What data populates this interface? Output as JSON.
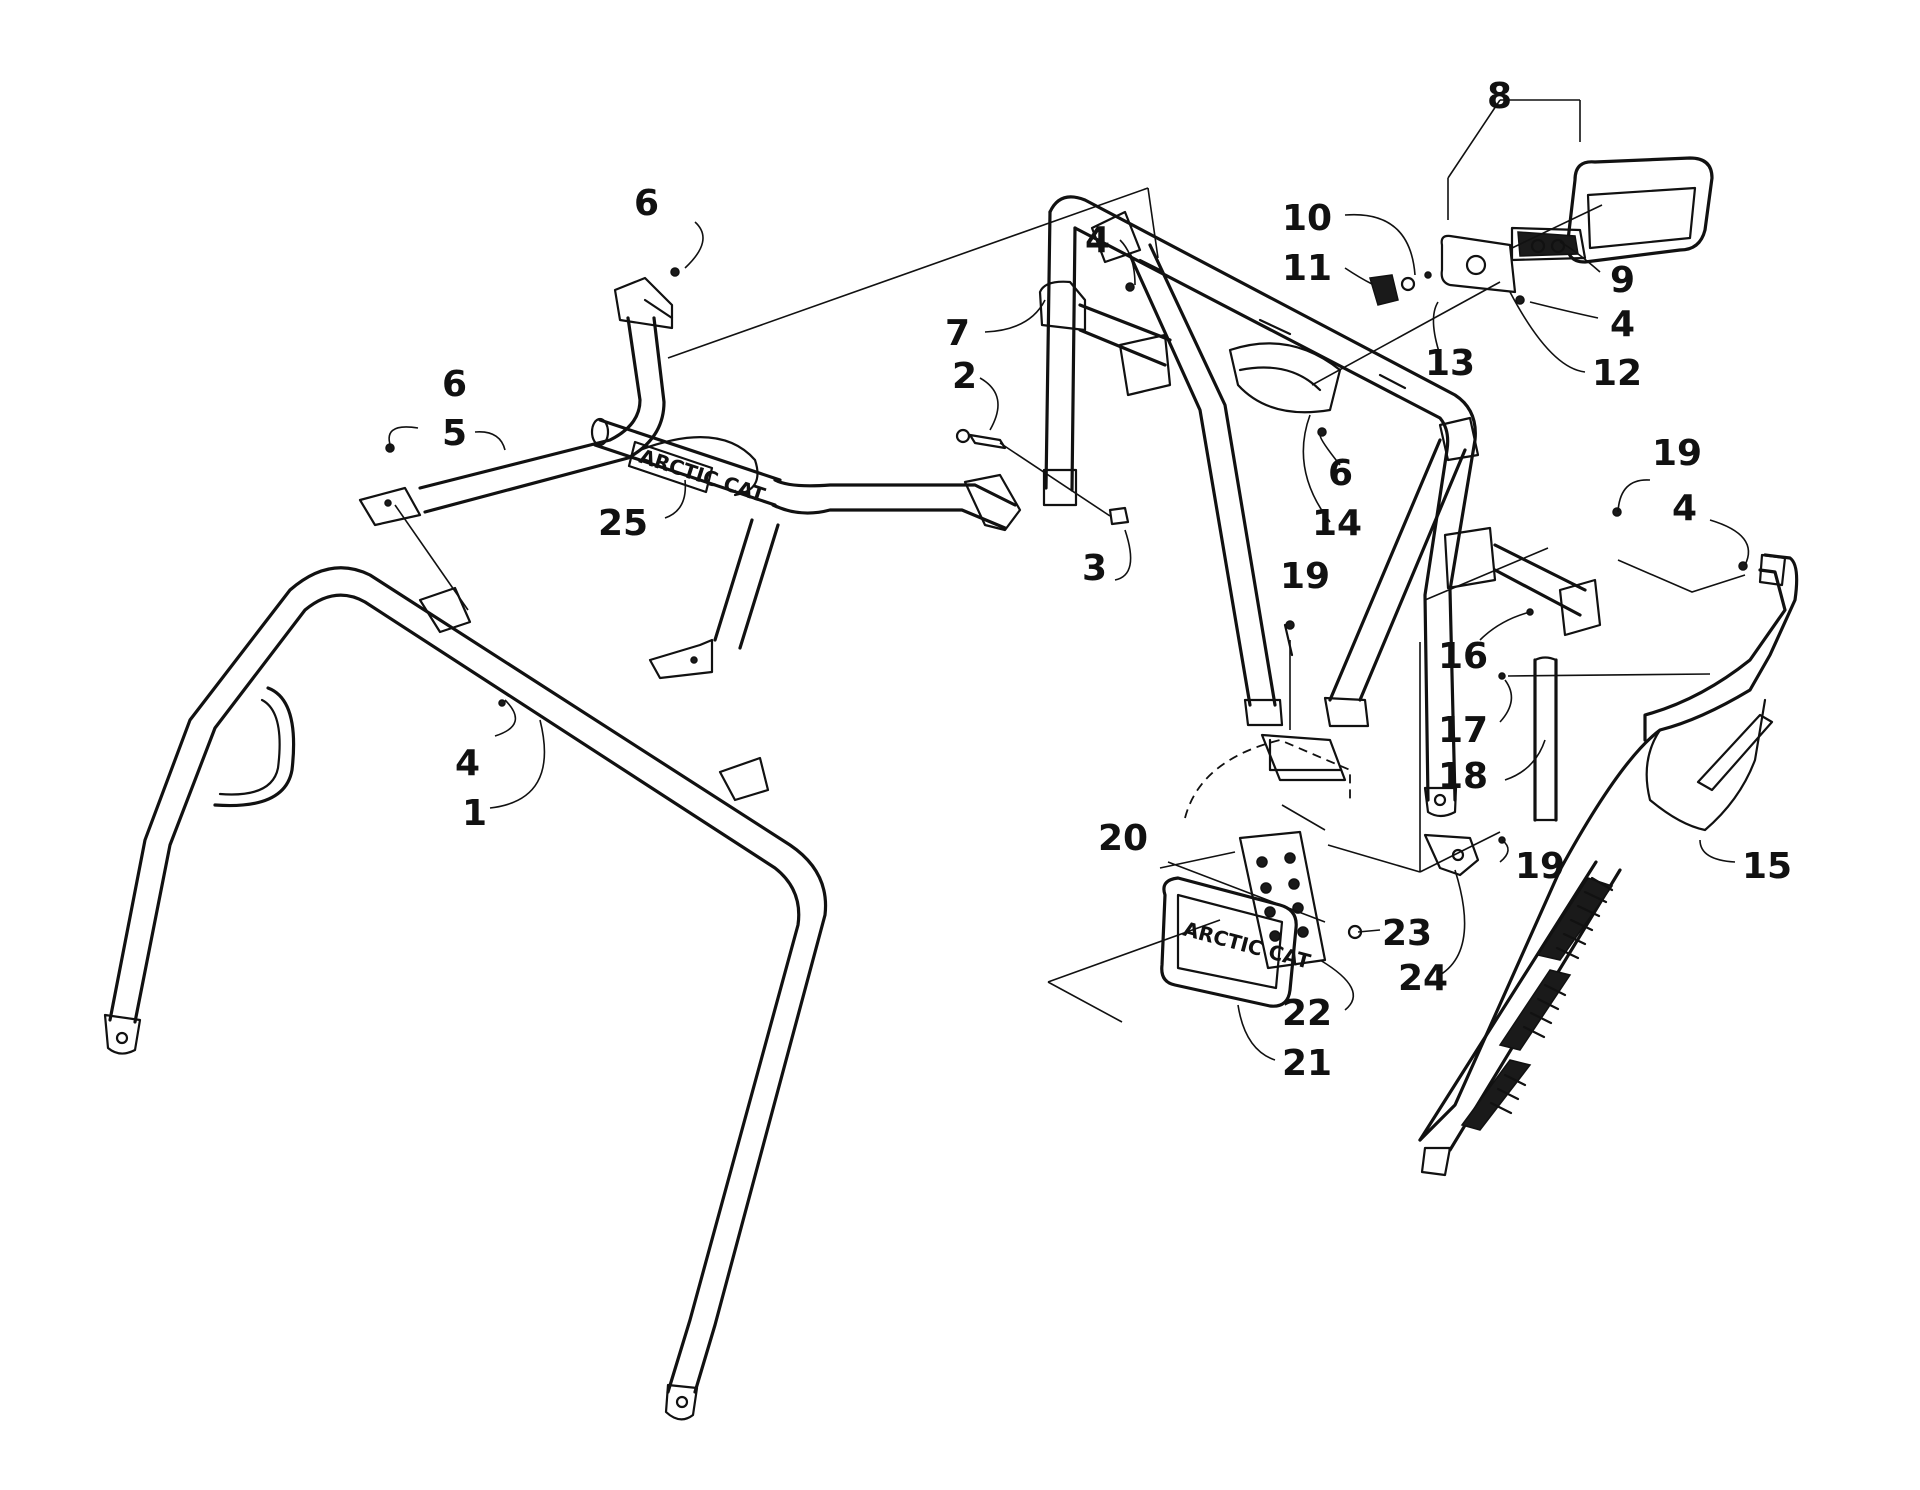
{
  "diagram": {
    "callouts": [
      {
        "id": "c1",
        "label": "1"
      },
      {
        "id": "c2",
        "label": "2"
      },
      {
        "id": "c3",
        "label": "3"
      },
      {
        "id": "c4a",
        "label": "4"
      },
      {
        "id": "c4b",
        "label": "4"
      },
      {
        "id": "c4c",
        "label": "4"
      },
      {
        "id": "c4d",
        "label": "4"
      },
      {
        "id": "c5",
        "label": "5"
      },
      {
        "id": "c6a",
        "label": "6"
      },
      {
        "id": "c6b",
        "label": "6"
      },
      {
        "id": "c6c",
        "label": "6"
      },
      {
        "id": "c7",
        "label": "7"
      },
      {
        "id": "c8",
        "label": "8"
      },
      {
        "id": "c9",
        "label": "9"
      },
      {
        "id": "c10",
        "label": "10"
      },
      {
        "id": "c11",
        "label": "11"
      },
      {
        "id": "c12",
        "label": "12"
      },
      {
        "id": "c13",
        "label": "13"
      },
      {
        "id": "c14",
        "label": "14"
      },
      {
        "id": "c15",
        "label": "15"
      },
      {
        "id": "c16",
        "label": "16"
      },
      {
        "id": "c17",
        "label": "17"
      },
      {
        "id": "c18",
        "label": "18"
      },
      {
        "id": "c19a",
        "label": "19"
      },
      {
        "id": "c19b",
        "label": "19"
      },
      {
        "id": "c19c",
        "label": "19"
      },
      {
        "id": "c20",
        "label": "20"
      },
      {
        "id": "c21",
        "label": "21"
      },
      {
        "id": "c22",
        "label": "22"
      },
      {
        "id": "c23",
        "label": "23"
      },
      {
        "id": "c24",
        "label": "24"
      },
      {
        "id": "c25",
        "label": "25"
      }
    ],
    "logos": {
      "crossbar_logo": "ARCTIC CAT",
      "light_logo": "ARCTIC CAT"
    }
  }
}
